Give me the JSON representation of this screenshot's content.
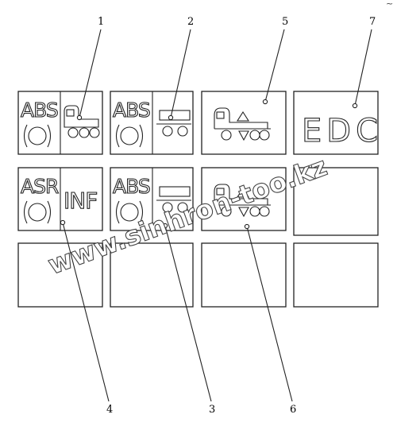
{
  "corner_mark": "~",
  "watermark": "www.sinhron-too.kz",
  "callouts": [
    "1",
    "2",
    "5",
    "7",
    "4",
    "3",
    "6"
  ],
  "panels": {
    "abs_label": "ABS",
    "asr_label": "ASR",
    "inf_label": "INF",
    "edc_label": "EDC"
  },
  "colors": {
    "line": "#222222",
    "background": "#ffffff"
  }
}
